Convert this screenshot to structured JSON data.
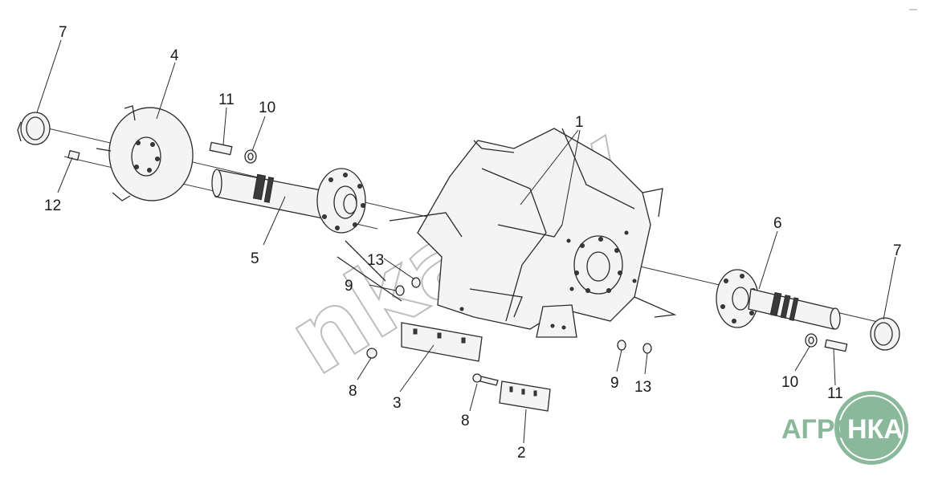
{
  "diagram": {
    "callouts": {
      "c1": "1",
      "c2": "2",
      "c3": "3",
      "c4": "4",
      "c5": "5",
      "c6": "6",
      "c7a": "7",
      "c7b": "7",
      "c8a": "8",
      "c8b": "8",
      "c9a": "9",
      "c9b": "9",
      "c10a": "10",
      "c10b": "10",
      "c11a": "11",
      "c11b": "11",
      "c12": "12",
      "c13a": "13",
      "c13b": "13"
    }
  },
  "watermark": {
    "text": "nkarov",
    "color": "#bdbdbd"
  },
  "logo": {
    "text_left": "АГРО",
    "text_right": "НКА",
    "color": "#8ab89a",
    "text_color": "#ffffff"
  }
}
